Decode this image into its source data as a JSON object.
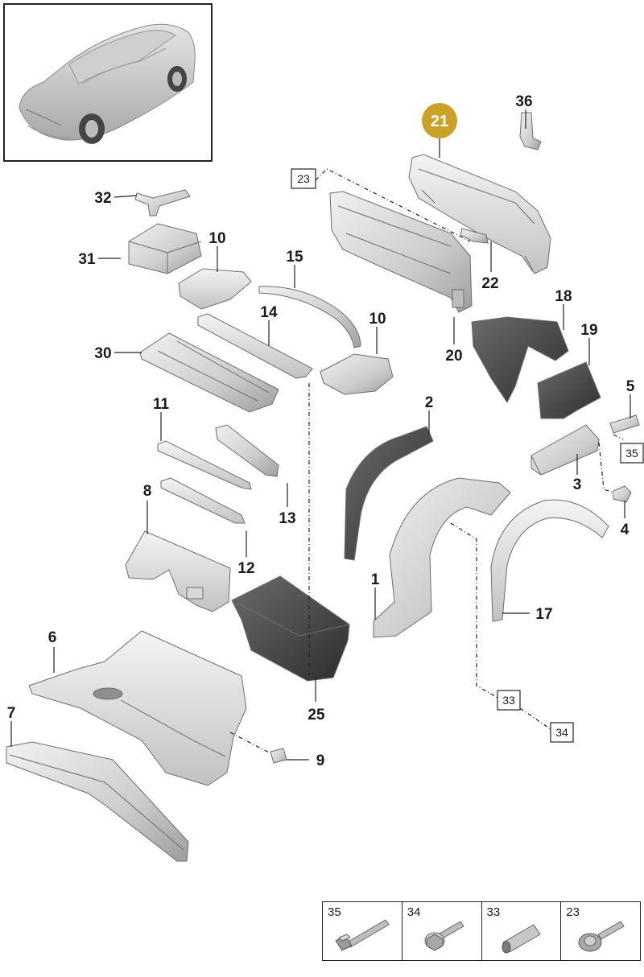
{
  "highlight": {
    "part": "21",
    "color": "#c9a227"
  },
  "callouts": {
    "c1": "1",
    "c2": "2",
    "c3": "3",
    "c4": "4",
    "c5": "5",
    "c6": "6",
    "c7": "7",
    "c8": "8",
    "c9": "9",
    "c10a": "10",
    "c10b": "10",
    "c11": "11",
    "c12": "12",
    "c13": "13",
    "c14": "14",
    "c15": "15",
    "c17": "17",
    "c18": "18",
    "c19": "19",
    "c20": "20",
    "c22": "22",
    "c25": "25",
    "c30": "30",
    "c31": "31",
    "c32": "32",
    "c36": "36"
  },
  "refs": {
    "r23": "23",
    "r33": "33",
    "r34": "34",
    "r35": "35"
  },
  "legend": [
    {
      "num": "35",
      "icon": "hex-bolt-long-icon"
    },
    {
      "num": "34",
      "icon": "flange-bolt-icon"
    },
    {
      "num": "33",
      "icon": "sleeve-icon"
    },
    {
      "num": "23",
      "icon": "washer-bolt-icon"
    }
  ]
}
